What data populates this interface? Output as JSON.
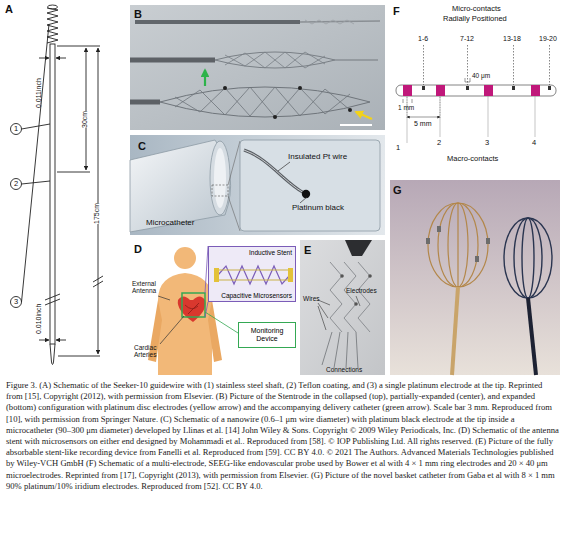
{
  "diagram": {
    "caption": "Figure 3. (A) Schematic of the Seeker-10 guidewire with (1) stainless steel shaft, (2) Teflon coating, and (3) a single platinum electrode at the tip. Reprinted from [15], Copyright (2012), with permission from Elsevier. (B) Picture of the Stentrode in the collapsed (top), partially-expanded (center), and expanded (bottom) configuration with platinum disc electrodes (yellow arrow) and the accompanying delivery catheter (green arrow). Scale bar 3 mm. Reproduced from [10], with permission from Springer Nature. (C) Schematic of a nanowire (0.6–1 μm wire diameter) with platinum black electrode at the tip inside a microcatheter (90–300 μm diameter) developed by Llinas et al. [14] John Wiley & Sons. Copyright © 2009 Wiley Periodicals, Inc. (D) Schematic of the antenna stent with microsensors on either end designed by Mohammadi et al.. Reproduced from [58]. © IOP Publishing Ltd. All rights reserved. (E) Picture of the fully absorbable stent-like recording device from Fanelli et al. Reproduced from [59]. CC BY 4.0. © 2021 The Authors. Advanced Materials Technologies published by Wiley-VCH GmbH (F) Schematic of a multi-electrode, SEEG-like endovascular probe used by Bower et al with 4 × 1 mm ring electrodes and 20 × 40 μm microelectrodes. Reprinted from [17], Copyright (2013), with permission from Elsevier. (G) Picture of the novel basket catheter from Gaba et al with 8 × 1 mm 90% platinum/10% iridium electrodes. Reproduced from [52]. CC BY 4.0.",
    "nodes": [
      {
        "text": [
          "Inductive Stent",
          "Capacitive Microsensors"
        ]
      },
      {
        "text": [
          "Monitoring Device"
        ]
      }
    ],
    "labels": [
      "A",
      "1",
      "0.011inch",
      "30cm",
      "175cm",
      "2",
      "3",
      "0.010inch",
      "B",
      "C",
      "Microcatheter",
      "Insulated Pt wire",
      "Platinum black",
      "D",
      "External Antenna",
      "Cardiac Arteries",
      "E",
      "Wires",
      "Electrodes",
      "Connections",
      "F",
      "Micro-contacts",
      "Radially Positioned",
      "1-6",
      "7-12",
      "13-18",
      "19-20",
      "40 μm",
      "1 mm",
      "5 mm",
      "1",
      "2",
      "3",
      "4",
      "Macro-contacts",
      "G"
    ]
  }
}
